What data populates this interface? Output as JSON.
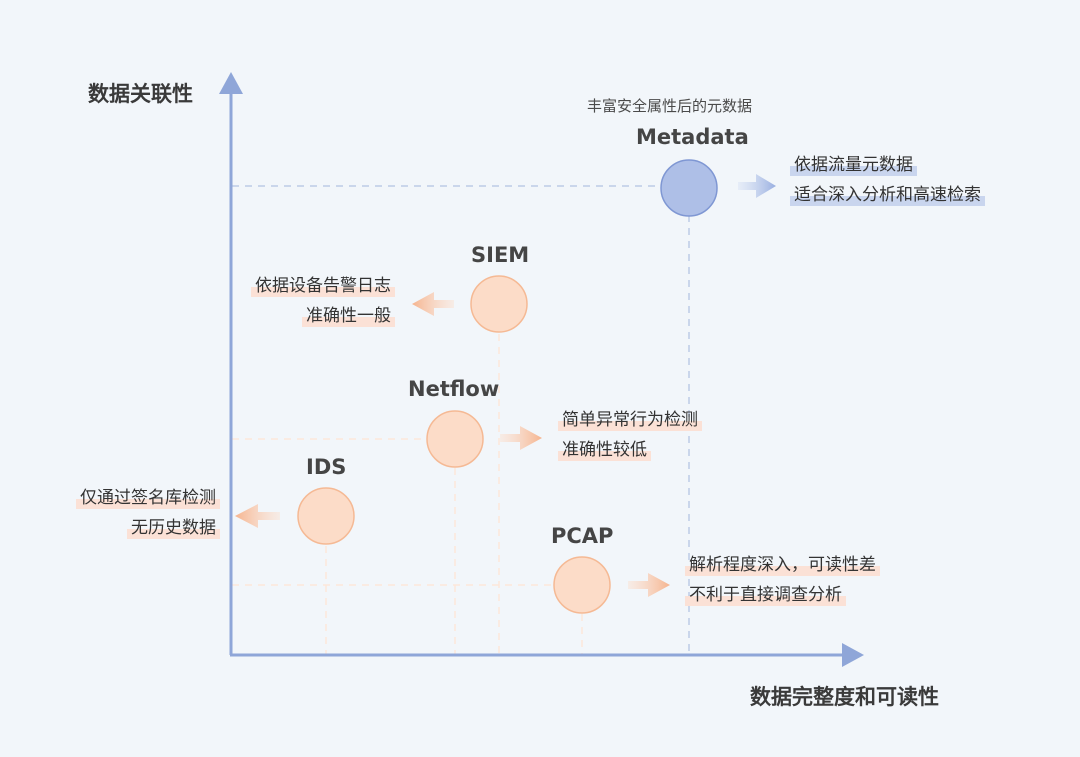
{
  "axes": {
    "y_label": "数据关联性",
    "x_label": "数据完整度和可读性"
  },
  "colors": {
    "axis": "#8fa6d8",
    "guide": "#bccbe6",
    "warm_fill": "#fcdcc8",
    "warm_stroke": "#f5b994",
    "cool_fill": "#aebfe7",
    "cool_stroke": "#7f97d3"
  },
  "nodes": [
    {
      "id": "metadata",
      "label": "Metadata",
      "note": "丰富安全属性后的元数据",
      "tone": "cool",
      "arrow": "right",
      "desc": [
        "依据流量元数据",
        "适合深入分析和高速检索"
      ]
    },
    {
      "id": "siem",
      "label": "SIEM",
      "tone": "warm",
      "arrow": "left",
      "desc": [
        "依据设备告警日志",
        "准确性一般"
      ]
    },
    {
      "id": "netflow",
      "label": "Netflow",
      "tone": "warm",
      "arrow": "right",
      "desc": [
        "简单异常行为检测",
        "准确性较低"
      ]
    },
    {
      "id": "ids",
      "label": "IDS",
      "tone": "warm",
      "arrow": "left",
      "desc": [
        "仅通过签名库检测",
        "无历史数据"
      ]
    },
    {
      "id": "pcap",
      "label": "PCAP",
      "tone": "warm",
      "arrow": "right",
      "desc": [
        "解析程度深入，可读性差",
        "不利于直接调查分析"
      ]
    }
  ]
}
